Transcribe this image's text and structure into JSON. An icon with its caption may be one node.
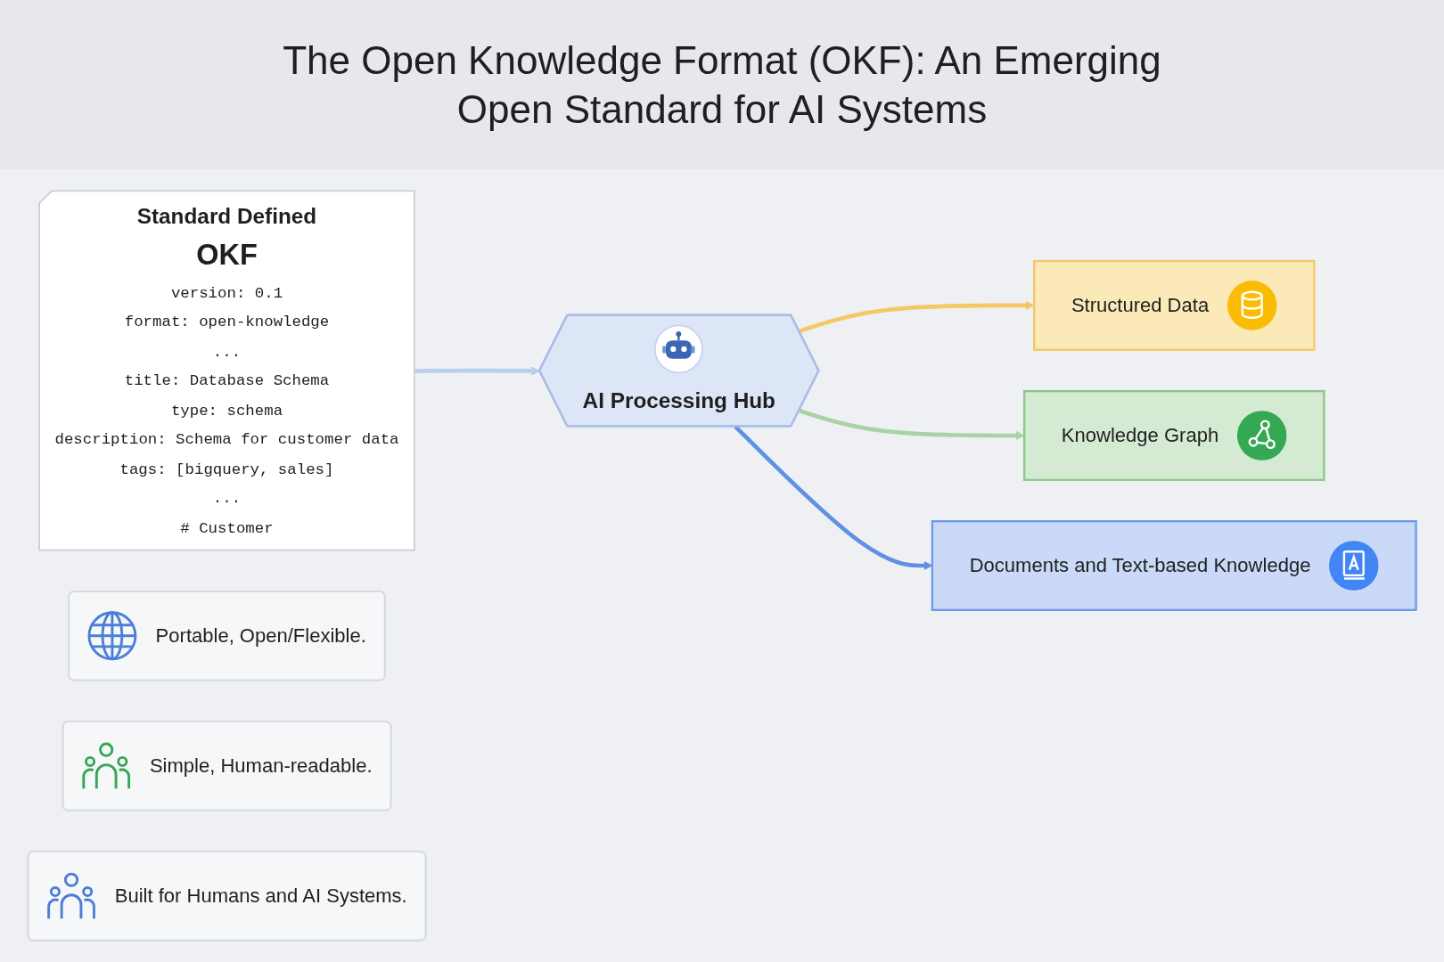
{
  "diagram": {
    "title": "The Open Knowledge Format (OKF): An Emerging Open Standard for AI Systems",
    "nodes": [
      {
        "text": [
          "Standard Defined",
          "OKF",
          "version: 0.1",
          "format: open-knowledge",
          "...",
          "title: Database Schema",
          "type: schema",
          "description: Schema for customer data",
          "tags: [bigquery, sales]",
          "...",
          "# Customer"
        ]
      },
      {
        "text": [
          "AI Processing Hub"
        ]
      },
      {
        "text": [
          "Structured Data"
        ]
      },
      {
        "text": [
          "Knowledge Graph"
        ]
      },
      {
        "text": [
          "Documents and Text-based Knowledge"
        ]
      },
      {
        "text": [
          "Portable, Open/Flexible."
        ]
      },
      {
        "text": [
          "Simple, Human-readable."
        ]
      },
      {
        "text": [
          "Built for Humans and AI Systems."
        ]
      }
    ],
    "edges": [
      {
        "from": 0,
        "to": 1,
        "arrow": "to",
        "color": "#b9cdf0"
      },
      {
        "from": 1,
        "to": 2,
        "arrow": "to",
        "color": "#f5c862"
      },
      {
        "from": 1,
        "to": 3,
        "arrow": "to",
        "color": "#a9d3a5"
      },
      {
        "from": 1,
        "to": 4,
        "arrow": "to",
        "color": "#5f90e2"
      }
    ]
  }
}
